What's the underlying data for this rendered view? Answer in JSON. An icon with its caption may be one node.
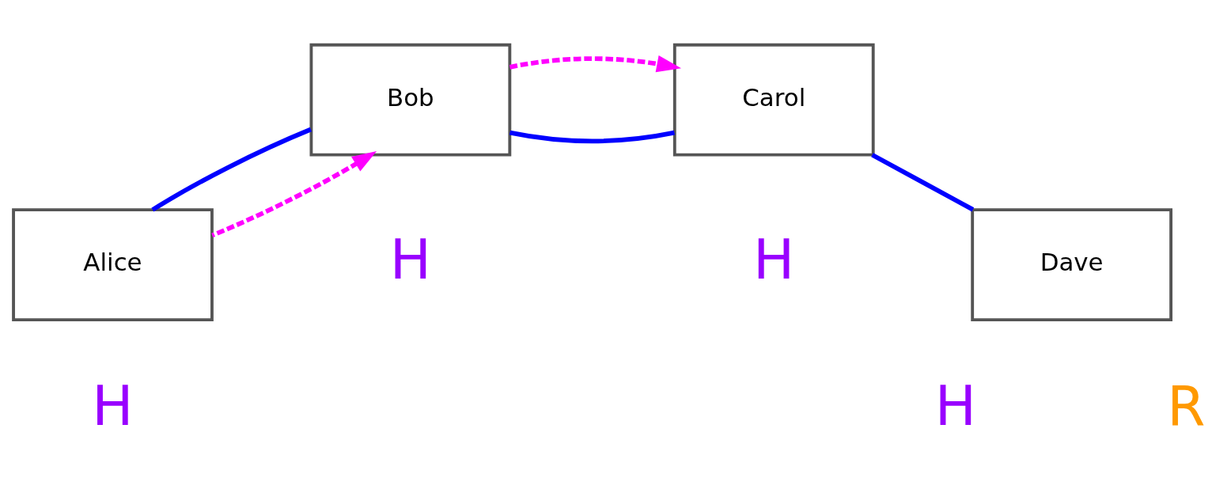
{
  "diagram": {
    "nodes": [
      {
        "text": [
          "Alice"
        ],
        "beside": [
          "H"
        ]
      },
      {
        "text": [
          "Bob"
        ],
        "beside": [
          "H"
        ]
      },
      {
        "text": [
          "Carol"
        ],
        "beside": [
          "H"
        ]
      },
      {
        "text": [
          "Dave"
        ],
        "beside": [
          "H",
          "R"
        ]
      }
    ],
    "edges": [
      {
        "from": 0,
        "to": 1,
        "arrow": "none"
      },
      {
        "from": 1,
        "to": 2,
        "arrow": "none"
      },
      {
        "from": 2,
        "to": 3,
        "arrow": "none"
      },
      {
        "from": 0,
        "to": 1,
        "arrow": "to",
        "style": "dashed",
        "color": "#ff00ff"
      },
      {
        "from": 1,
        "to": 2,
        "arrow": "to",
        "style": "dashed",
        "color": "#ff00ff"
      }
    ]
  }
}
